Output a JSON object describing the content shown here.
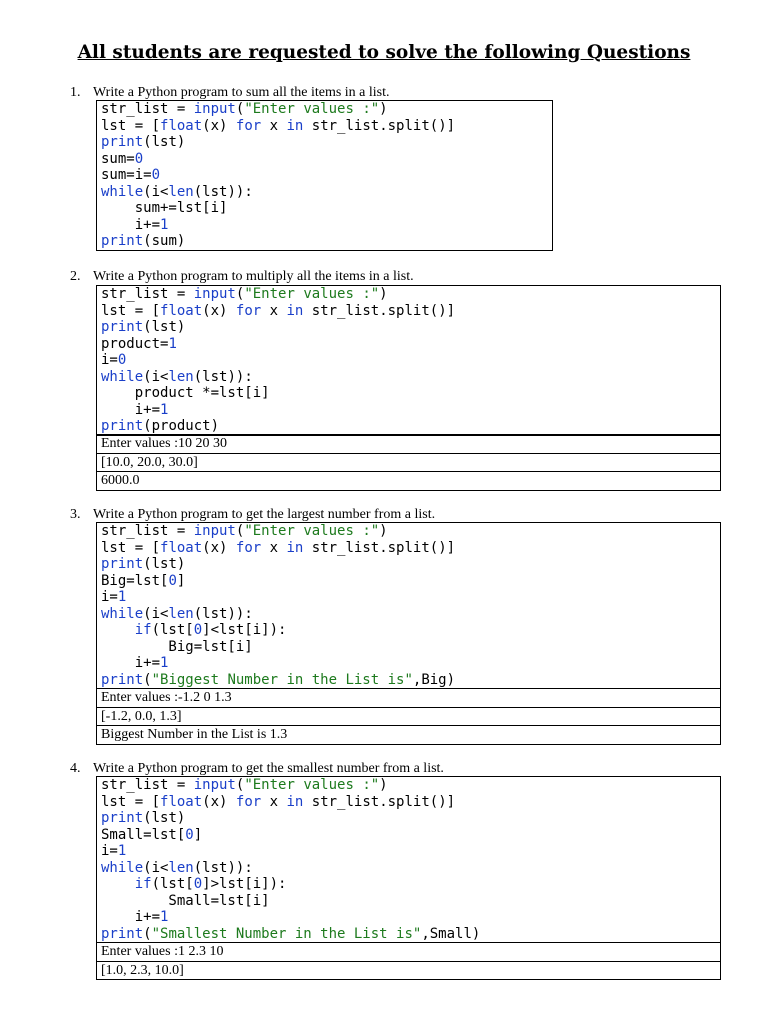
{
  "title": "All students are requested to solve the following Questions",
  "questions": [
    {
      "num": "1.",
      "text": "Write a Python program to sum all the items in a list.",
      "code": [
        [
          [
            "str_list = ",
            ""
          ],
          [
            "input",
            "fn"
          ],
          [
            "(",
            ""
          ],
          [
            "\"Enter values :\"",
            "st"
          ],
          [
            ")",
            ""
          ]
        ],
        [
          [
            "lst = [",
            ""
          ],
          [
            "float",
            "fn"
          ],
          [
            "(x) ",
            ""
          ],
          [
            "for",
            "kw"
          ],
          [
            " x ",
            ""
          ],
          [
            "in",
            "kw"
          ],
          [
            " str_list.split()]",
            ""
          ]
        ],
        [
          [
            "print",
            "fn"
          ],
          [
            "(lst)",
            ""
          ]
        ],
        [
          [
            "sum=",
            ""
          ],
          [
            "0",
            "nm"
          ]
        ],
        [
          [
            "sum=i=",
            ""
          ],
          [
            "0",
            "nm"
          ]
        ],
        [
          [
            "while",
            "kw"
          ],
          [
            "(i<",
            ""
          ],
          [
            "len",
            "fn"
          ],
          [
            "(lst)):",
            ""
          ]
        ],
        [
          [
            "    sum+=lst[i]",
            ""
          ]
        ],
        [
          [
            "    i+=",
            ""
          ],
          [
            "1",
            "nm"
          ]
        ],
        [
          [
            "print",
            "fn"
          ],
          [
            "(sum)",
            ""
          ]
        ]
      ],
      "output": []
    },
    {
      "num": "2.",
      "text": "Write a Python program to multiply all the items in a list.",
      "code": [
        [
          [
            "str_list = ",
            ""
          ],
          [
            "input",
            "fn"
          ],
          [
            "(",
            ""
          ],
          [
            "\"Enter values :\"",
            "st"
          ],
          [
            ")",
            ""
          ]
        ],
        [
          [
            "lst = [",
            ""
          ],
          [
            "float",
            "fn"
          ],
          [
            "(x) ",
            ""
          ],
          [
            "for",
            "kw"
          ],
          [
            " x ",
            ""
          ],
          [
            "in",
            "kw"
          ],
          [
            " str_list.split()]",
            ""
          ]
        ],
        [
          [
            "print",
            "fn"
          ],
          [
            "(lst)",
            ""
          ]
        ],
        [
          [
            "product=",
            ""
          ],
          [
            "1",
            "nm"
          ]
        ],
        [
          [
            "i=",
            ""
          ],
          [
            "0",
            "nm"
          ]
        ],
        [
          [
            "while",
            "kw"
          ],
          [
            "(i<",
            ""
          ],
          [
            "len",
            "fn"
          ],
          [
            "(lst)):",
            ""
          ]
        ],
        [
          [
            "    product *=lst[i]",
            ""
          ]
        ],
        [
          [
            "    i+=",
            ""
          ],
          [
            "1",
            "nm"
          ]
        ],
        [
          [
            "print",
            "fn"
          ],
          [
            "(product)",
            ""
          ]
        ]
      ],
      "output": [
        "Enter values :10 20 30",
        "[10.0, 20.0, 30.0]",
        "6000.0"
      ]
    },
    {
      "num": "3.",
      "text": "Write a Python program to get the largest number from a list.",
      "code": [
        [
          [
            "str_list = ",
            ""
          ],
          [
            "input",
            "fn"
          ],
          [
            "(",
            ""
          ],
          [
            "\"Enter values :\"",
            "st"
          ],
          [
            ")",
            ""
          ]
        ],
        [
          [
            "lst = [",
            ""
          ],
          [
            "float",
            "fn"
          ],
          [
            "(x) ",
            ""
          ],
          [
            "for",
            "kw"
          ],
          [
            " x ",
            ""
          ],
          [
            "in",
            "kw"
          ],
          [
            " str_list.split()]",
            ""
          ]
        ],
        [
          [
            "print",
            "fn"
          ],
          [
            "(lst)",
            ""
          ]
        ],
        [
          [
            "Big=lst[",
            ""
          ],
          [
            "0",
            "nm"
          ],
          [
            "]",
            ""
          ]
        ],
        [
          [
            "i=",
            ""
          ],
          [
            "1",
            "nm"
          ]
        ],
        [
          [
            "while",
            "kw"
          ],
          [
            "(i<",
            ""
          ],
          [
            "len",
            "fn"
          ],
          [
            "(lst)):",
            ""
          ]
        ],
        [
          [
            "    ",
            ""
          ],
          [
            "if",
            "kw"
          ],
          [
            "(lst[",
            ""
          ],
          [
            "0",
            "nm"
          ],
          [
            "]<lst[i]):",
            ""
          ]
        ],
        [
          [
            "        Big=lst[i]",
            ""
          ]
        ],
        [
          [
            "    i+=",
            ""
          ],
          [
            "1",
            "nm"
          ]
        ],
        [
          [
            "print",
            "fn"
          ],
          [
            "(",
            ""
          ],
          [
            "\"Biggest Number in the List is\"",
            "st"
          ],
          [
            ",Big)",
            ""
          ]
        ]
      ],
      "output": [
        "Enter values :-1.2 0 1.3",
        "[-1.2, 0.0, 1.3]",
        "Biggest Number in the List is 1.3"
      ]
    },
    {
      "num": "4.",
      "text": "Write a Python program to get the smallest number from a list.",
      "code": [
        [
          [
            "str_list = ",
            ""
          ],
          [
            "input",
            "fn"
          ],
          [
            "(",
            ""
          ],
          [
            "\"Enter values :\"",
            "st"
          ],
          [
            ")",
            ""
          ]
        ],
        [
          [
            "lst = [",
            ""
          ],
          [
            "float",
            "fn"
          ],
          [
            "(x) ",
            ""
          ],
          [
            "for",
            "kw"
          ],
          [
            " x ",
            ""
          ],
          [
            "in",
            "kw"
          ],
          [
            " str_list.split()]",
            ""
          ]
        ],
        [
          [
            "print",
            "fn"
          ],
          [
            "(lst)",
            ""
          ]
        ],
        [
          [
            "Small=lst[",
            ""
          ],
          [
            "0",
            "nm"
          ],
          [
            "]",
            ""
          ]
        ],
        [
          [
            "i=",
            ""
          ],
          [
            "1",
            "nm"
          ]
        ],
        [
          [
            "while",
            "kw"
          ],
          [
            "(i<",
            ""
          ],
          [
            "len",
            "fn"
          ],
          [
            "(lst)):",
            ""
          ]
        ],
        [
          [
            "    ",
            ""
          ],
          [
            "if",
            "kw"
          ],
          [
            "(lst[",
            ""
          ],
          [
            "0",
            "nm"
          ],
          [
            "]>lst[i]):",
            ""
          ]
        ],
        [
          [
            "        Small=lst[i]",
            ""
          ]
        ],
        [
          [
            "    i+=",
            ""
          ],
          [
            "1",
            "nm"
          ]
        ],
        [
          [
            "print",
            "fn"
          ],
          [
            "(",
            ""
          ],
          [
            "\"Smallest Number in the List is\"",
            "st"
          ],
          [
            ",Small)",
            ""
          ]
        ]
      ],
      "output": [
        "Enter values :1 2.3 10",
        "[1.0, 2.3, 10.0]"
      ]
    }
  ]
}
